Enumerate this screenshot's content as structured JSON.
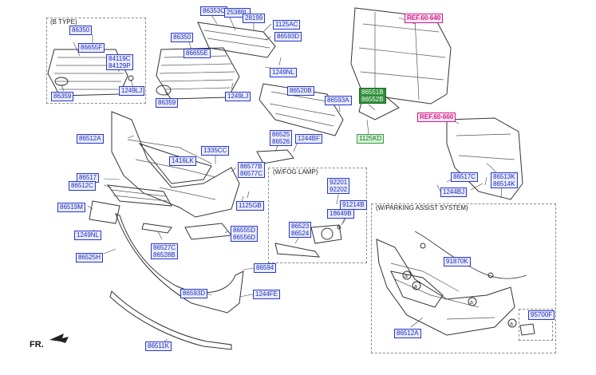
{
  "callouts": {
    "b_type_86350": "86350",
    "b_type_86655f": "86655F",
    "b_type_84119c": "84119C",
    "b_type_84129p": "84129P",
    "b_type_86359": "86359",
    "b_type_1249lj": "1249LJ",
    "c86353c": "86353C",
    "c25388l": "25388L",
    "c28199": "28199",
    "c1125ac": "1125AC",
    "c86593d_top": "86593D",
    "c86350": "86350",
    "c86655e": "86655E",
    "c1249nl_top": "1249NL",
    "c86359": "86359",
    "c1249lj": "1249LJ",
    "c86520b": "86520B",
    "c86593a": "86593A",
    "c86551b": "86551B",
    "c86552b": "86552B",
    "c1125kd": "1125KD",
    "c86525": "86525",
    "c86526": "86526",
    "c1244bf": "1244BF",
    "c86512a": "86512A",
    "c1335cc": "1335CC",
    "c1416lk": "1416LK",
    "c86577b": "86577B",
    "c86577c": "86577C",
    "c86517": "86517",
    "c86512c": "86512C",
    "c86519m": "86519M",
    "c1125gb": "1125GB",
    "c1249nl": "1249NL",
    "c86527c": "86527C",
    "c86528b": "86528B",
    "c86555d": "86555D",
    "c86556d": "86556D",
    "c86525h": "86525H",
    "c86594": "86594",
    "c86593d": "86593D",
    "c1244fe": "1244FE",
    "c86511k": "86511K",
    "fog_92201": "92201",
    "fog_92202": "92202",
    "fog_91214b": "91214B",
    "fog_18649b": "18649B",
    "fog_86523": "86523",
    "fog_86524": "86524",
    "c86517c": "86517C",
    "c86513k": "86513K",
    "c86514k": "86514K",
    "c1244bj": "1244BJ",
    "pas_91870k": "91870K",
    "pas_86512a": "86512A",
    "pas_95700f": "95700F"
  },
  "refs": {
    "ref1": "REF.60-640",
    "ref2": "REF.60-660"
  },
  "groups": {
    "b_type": "(B TYPE)",
    "fog": "(W/FOG LAMP)",
    "pas": "(W/PARKING ASSIST SYSTEM)"
  },
  "markers": {
    "a": "a"
  },
  "footer": {
    "front": "FR."
  }
}
